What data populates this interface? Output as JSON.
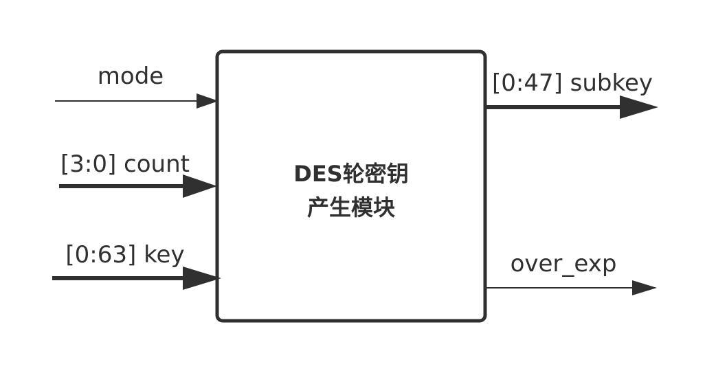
{
  "diagram": {
    "block": {
      "title_lines": [
        "DES轮密钥",
        "产生模块"
      ]
    },
    "inputs": [
      {
        "label": "mode",
        "bus": false
      },
      {
        "label": "[3:0] count",
        "bus": true
      },
      {
        "label": "[0:63] key",
        "bus": true
      }
    ],
    "outputs": [
      {
        "label": "[0:47] subkey",
        "bus": true
      },
      {
        "label": "over_exp",
        "bus": false
      }
    ],
    "colors": {
      "stroke": "#303030",
      "fill": "#ffffff",
      "background": "#ffffff"
    }
  }
}
